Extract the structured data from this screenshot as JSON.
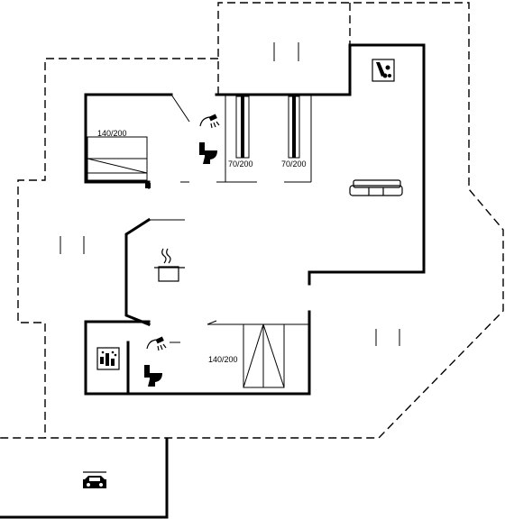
{
  "rooms": {
    "bedroom_1": {
      "bed_label": "140/200"
    },
    "bedroom_2": {
      "bed_label": "70/200"
    },
    "bedroom_3": {
      "bed_label": "70/200"
    },
    "bedroom_4": {
      "bed_label": "140/200"
    }
  },
  "icons": {
    "shower_top": "shower-icon",
    "toilet_top": "toilet-icon",
    "sauna": "sauna-icon",
    "sofa": "sofa-icon",
    "kitchen": "cooking-pot-icon",
    "shower_bottom": "shower-icon",
    "toilet_bottom": "toilet-icon",
    "washing": "washing-machine-icon",
    "car": "carport-icon"
  }
}
